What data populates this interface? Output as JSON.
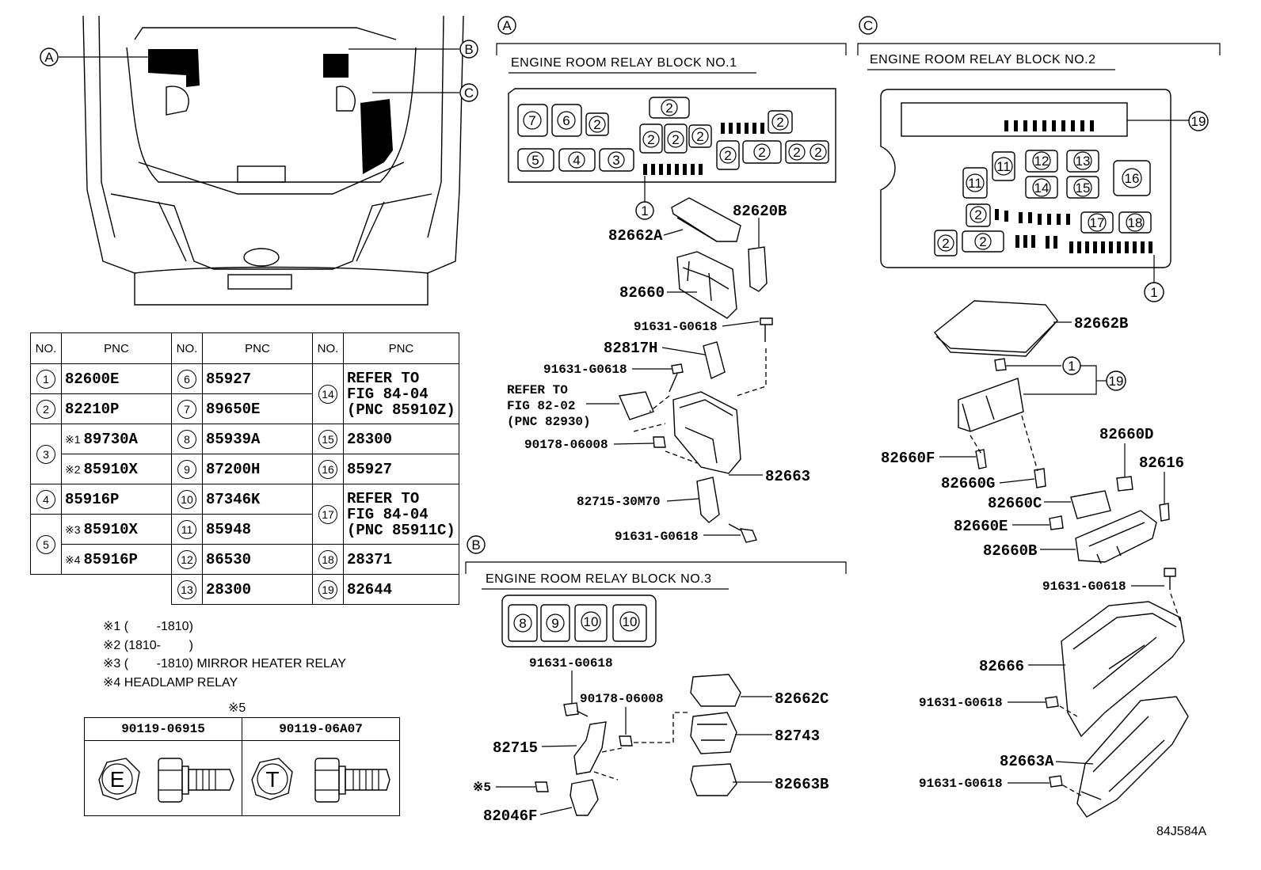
{
  "figure_id": "84J584A",
  "view_labels": {
    "a": "A",
    "b": "B",
    "c": "C"
  },
  "sections": {
    "a": {
      "marker": "A",
      "title": "ENGINE ROOM RELAY BLOCK  NO.1"
    },
    "b": {
      "marker": "B",
      "title": "ENGINE ROOM RELAY BLOCK  NO.3"
    },
    "c": {
      "marker": "C",
      "title": "ENGINE ROOM RELAY BLOCK  NO.2"
    }
  },
  "table": {
    "headers": [
      "NO.",
      "PNC",
      "NO.",
      "PNC",
      "NO.",
      "PNC"
    ],
    "col1": [
      {
        "no": "1",
        "pnc": "82600E"
      },
      {
        "no": "2",
        "pnc": "82210P"
      },
      {
        "no": "3",
        "rows": [
          {
            "mark": "※1",
            "pnc": "89730A"
          },
          {
            "mark": "※2",
            "pnc": "85910X"
          }
        ]
      },
      {
        "no": "4",
        "pnc": "85916P"
      },
      {
        "no": "5",
        "rows": [
          {
            "mark": "※3",
            "pnc": "85910X"
          },
          {
            "mark": "※4",
            "pnc": "85916P"
          }
        ]
      }
    ],
    "col2": [
      {
        "no": "6",
        "pnc": "85927"
      },
      {
        "no": "7",
        "pnc": "89650E"
      },
      {
        "no": "8",
        "pnc": "85939A"
      },
      {
        "no": "9",
        "pnc": "87200H"
      },
      {
        "no": "10",
        "pnc": "87346K"
      },
      {
        "no": "11",
        "pnc": "85948"
      },
      {
        "no": "12",
        "pnc": "86530"
      },
      {
        "no": "13",
        "pnc": "28300"
      }
    ],
    "col3": [
      {
        "no": "14",
        "pnc": "REFER TO\nFIG 84-04\n(PNC 85910Z)"
      },
      {
        "no": "15",
        "pnc": "28300"
      },
      {
        "no": "16",
        "pnc": "85927"
      },
      {
        "no": "17",
        "pnc": "REFER TO\nFIG 84-04\n(PNC 85911C)"
      },
      {
        "no": "18",
        "pnc": "28371"
      },
      {
        "no": "19",
        "pnc": "82644"
      }
    ]
  },
  "notes": [
    "※1 (        -1810)",
    "※2 (1810-        )",
    "※3 (        -1810) MIRROR HEATER RELAY",
    "※4 HEADLAMP RELAY"
  ],
  "bolts": {
    "header": "※5",
    "items": [
      {
        "pnc": "90119-06915",
        "letter": "E"
      },
      {
        "pnc": "90119-06A07",
        "letter": "T"
      }
    ]
  },
  "block1": {
    "slots": [
      "7",
      "6",
      "2",
      "2",
      "2",
      "2",
      "2",
      "2",
      "5",
      "4",
      "3",
      "2",
      "2",
      "2",
      "2",
      "1"
    ],
    "parts": {
      "p82620B": "82620B",
      "p82662A": "82662A",
      "p82660": "82660",
      "bolt1": "91631-G0618",
      "p82817H": "82817H",
      "bolt2": "91631-G0618",
      "refer": "REFER TO\nFIG 82-02\n(PNC 82930)",
      "nut1": "90178-06008",
      "p82663": "82663",
      "p82715_30M70": "82715-30M70",
      "bolt3": "91631-G0618"
    }
  },
  "block3": {
    "slots": [
      "8",
      "9",
      "10",
      "10"
    ],
    "parts": {
      "bolt": "91631-G0618",
      "nut": "90178-06008",
      "p82662C": "82662C",
      "p82743": "82743",
      "p82715": "82715",
      "p82663B": "82663B",
      "mark5": "※5",
      "p82046F": "82046F"
    }
  },
  "block2": {
    "slots": [
      "19",
      "11",
      "12",
      "13",
      "16",
      "11",
      "14",
      "15",
      "2",
      "17",
      "18",
      "2",
      "2",
      "1"
    ],
    "parts": {
      "p82662B": "82662B",
      "c1": "1",
      "c19": "19",
      "p82660D": "82660D",
      "p82616": "82616",
      "p82660F": "82660F",
      "p82660G": "82660G",
      "p82660C": "82660C",
      "p82660E": "82660E",
      "p82660B": "82660B",
      "bolt1": "91631-G0618",
      "p82666": "82666",
      "bolt2": "91631-G0618",
      "p82663A": "82663A",
      "bolt3": "91631-G0618"
    }
  }
}
